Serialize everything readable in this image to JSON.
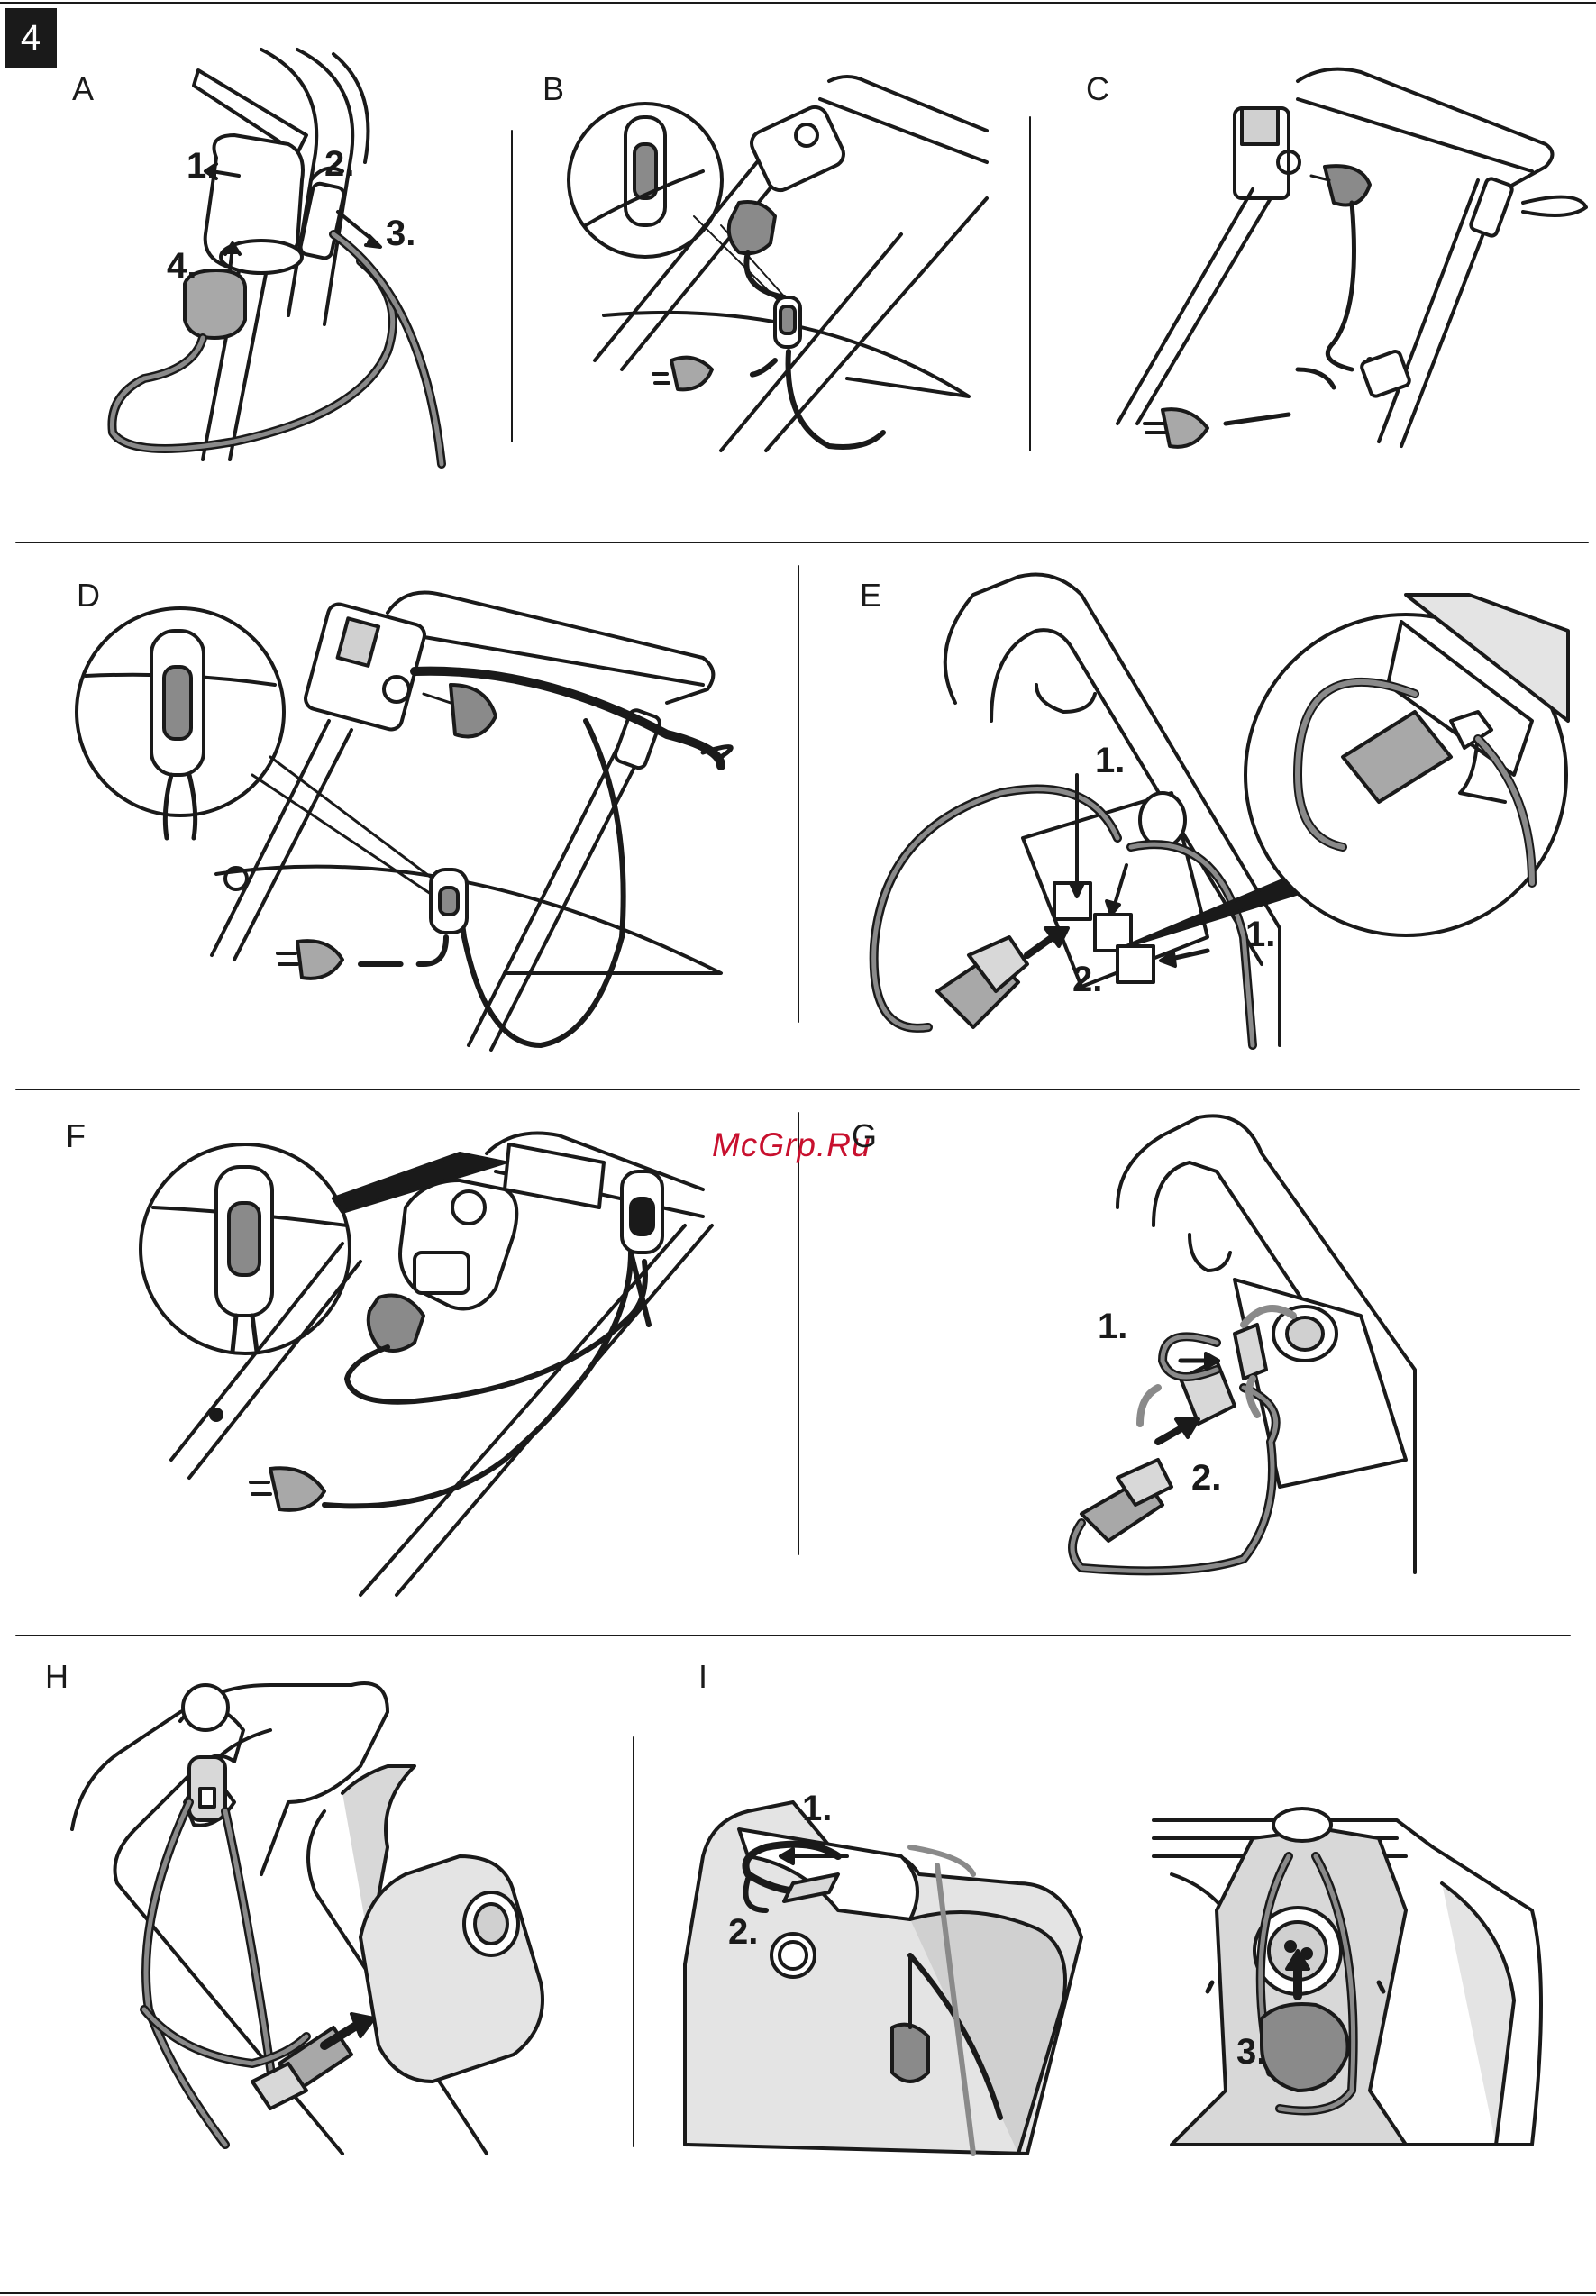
{
  "page": {
    "step_number": "4",
    "watermark": "McGrp.Ru"
  },
  "panels": [
    {
      "id": "A",
      "label": "A",
      "steps": [
        "1.",
        "2.",
        "3.",
        "4."
      ]
    },
    {
      "id": "B",
      "label": "B",
      "steps": []
    },
    {
      "id": "C",
      "label": "C",
      "steps": []
    },
    {
      "id": "D",
      "label": "D",
      "steps": []
    },
    {
      "id": "E",
      "label": "E",
      "steps": [
        "1.",
        "1.",
        "2."
      ]
    },
    {
      "id": "F",
      "label": "F",
      "steps": []
    },
    {
      "id": "G",
      "label": "G",
      "steps": [
        "1.",
        "2."
      ]
    },
    {
      "id": "H",
      "label": "H",
      "steps": []
    },
    {
      "id": "I",
      "label": "I",
      "steps": [
        "1.",
        "2.",
        "3."
      ]
    }
  ],
  "colors": {
    "line": "#1a1a1a",
    "cable_gray": "#8a8a8a",
    "part_gray": "#a8a8a8",
    "light_fill": "#e4e4e4",
    "watermark": "#c8102e"
  }
}
